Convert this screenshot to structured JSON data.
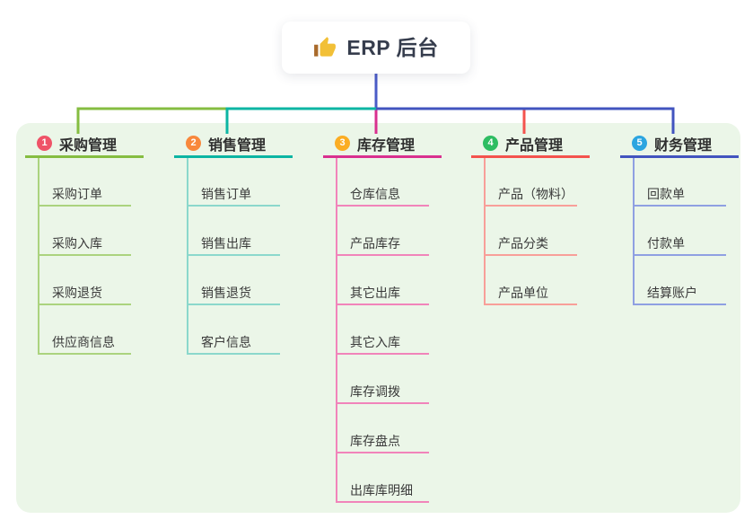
{
  "page": {
    "background": "#ffffff",
    "canvas_background": "#ebf6e8"
  },
  "root": {
    "title": "ERP 后台",
    "icon": "thumbs-up-icon",
    "line_color": "#4a5bc7",
    "icon_hand_color": "#f2c037",
    "icon_cuff_color": "#a96a2b"
  },
  "branches": [
    {
      "number": "1",
      "label": "采购管理",
      "badge_color": "#ef5368",
      "line_color": "#85bd41",
      "item_line_color": "#abd37e",
      "items": [
        "采购订单",
        "采购入库",
        "采购退货",
        "供应商信息"
      ]
    },
    {
      "number": "2",
      "label": "销售管理",
      "badge_color": "#f8883c",
      "line_color": "#0cb5a3",
      "item_line_color": "#8bd8cc",
      "items": [
        "销售订单",
        "销售出库",
        "销售退货",
        "客户信息"
      ]
    },
    {
      "number": "3",
      "label": "库存管理",
      "badge_color": "#fbad23",
      "line_color": "#d9308f",
      "item_line_color": "#f184ba",
      "items": [
        "仓库信息",
        "产品库存",
        "其它出库",
        "其它入库",
        "库存调拨",
        "库存盘点",
        "出库库明细"
      ]
    },
    {
      "number": "4",
      "label": "产品管理",
      "badge_color": "#2ebd62",
      "line_color": "#f4534e",
      "item_line_color": "#f89f99",
      "items": [
        "产品（物料）",
        "产品分类",
        "产品单位"
      ]
    },
    {
      "number": "5",
      "label": "财务管理",
      "badge_color": "#2ca5e0",
      "line_color": "#4254bf",
      "item_line_color": "#8fa0e2",
      "items": [
        "回款单",
        "付款单",
        "结算账户"
      ]
    }
  ]
}
